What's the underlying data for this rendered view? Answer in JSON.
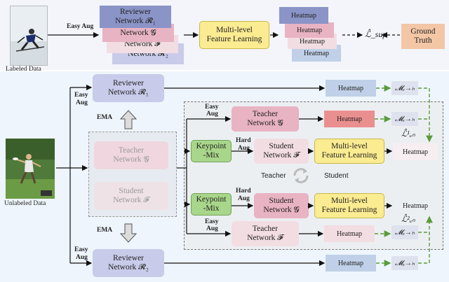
{
  "top": {
    "labeled_caption": "Labeled Data",
    "easy_aug": "Easy Aug",
    "reviewer_1": [
      "Reviewer",
      "Network 𝓡₁"
    ],
    "network_g": "Network 𝓖",
    "network_f": "Network 𝓕",
    "network_r2": "Network 𝓡₂",
    "mfl": [
      "Multi-level",
      "Feature Learning"
    ],
    "heatmaps": [
      "Heatmap",
      "Heatmap",
      "Heatmap",
      "Heatmap"
    ],
    "loss_sup": "ℒ̂_sup",
    "ground_truth": [
      "Ground",
      "Truth"
    ]
  },
  "bottom": {
    "unlabeled_caption": "Unlabeled Data",
    "easy_aug_top": [
      "Easy",
      "Aug"
    ],
    "easy_aug_bottom": [
      "Easy",
      "Aug"
    ],
    "reviewer_r1": [
      "Reviewer",
      "Network 𝓡₁"
    ],
    "reviewer_r2": [
      "Reviewer",
      "Network 𝓡₂"
    ],
    "ema_top": "EMA",
    "ema_bottom": "EMA",
    "teacher_g_faded": [
      "Teacher",
      "Network 𝓖"
    ],
    "student_f_faded": [
      "Student",
      "Network 𝓕"
    ],
    "heatmap_r1": "Heatmap",
    "heatmap_r2": "Heatmap",
    "m_eh_1": "𝓜ₑ→ₕ",
    "m_eh_2": "𝓜ₑ→ₕ",
    "m_eh_3": "𝓜ₑ→ₕ",
    "m_eh_4": "𝓜ₑ→ₕ",
    "inner": {
      "easy_aug_1": [
        "Easy",
        "Aug"
      ],
      "teacher_g": [
        "Teacher",
        "Network 𝓖"
      ],
      "heatmap_red": "Heatmap",
      "keypoint_mix_1": [
        "Keypoint",
        "-Mix"
      ],
      "hard_aug_1": [
        "Hard",
        "Aug"
      ],
      "student_f": [
        "Student",
        "Network 𝓕"
      ],
      "mfl_1": [
        "Multi-level",
        "Feature Learning"
      ],
      "heatmap_1": "Heatmap",
      "loss_un1": "ℒ̂¹ᵤₙ",
      "teacher_word": "Teacher",
      "student_word": "Student",
      "keypoint_mix_2": [
        "Keypoint",
        "-Mix"
      ],
      "hard_aug_2": [
        "Hard",
        "Aug"
      ],
      "student_g": [
        "Student",
        "Network 𝓖"
      ],
      "mfl_2": [
        "Multi-level",
        "Feature Learning"
      ],
      "heatmap_2": "Heatmap",
      "loss_un2": "ℒ̂²ᵤₙ",
      "easy_aug_2": [
        "Easy",
        "Aug"
      ],
      "teacher_f": [
        "Teacher",
        "Network 𝓕"
      ],
      "heatmap_3": "Heatmap"
    }
  },
  "colors": {
    "reviewer_dark": "#8b94c7",
    "reviewer_light": "#c8cbe9",
    "pink": "#e8b3c3",
    "light_pink": "#f2dde3",
    "yellow": "#fbeb91",
    "green": "#a8d68a",
    "peach": "#f3c6a6",
    "heatmap_blue": "#bfd0e8",
    "red": "#ea8f8f",
    "dash_green": "#5a9c3a",
    "top_bg": "#f3f5fb",
    "bottom_bg": "#eef5fc",
    "inner_bg": "#eceff2"
  }
}
